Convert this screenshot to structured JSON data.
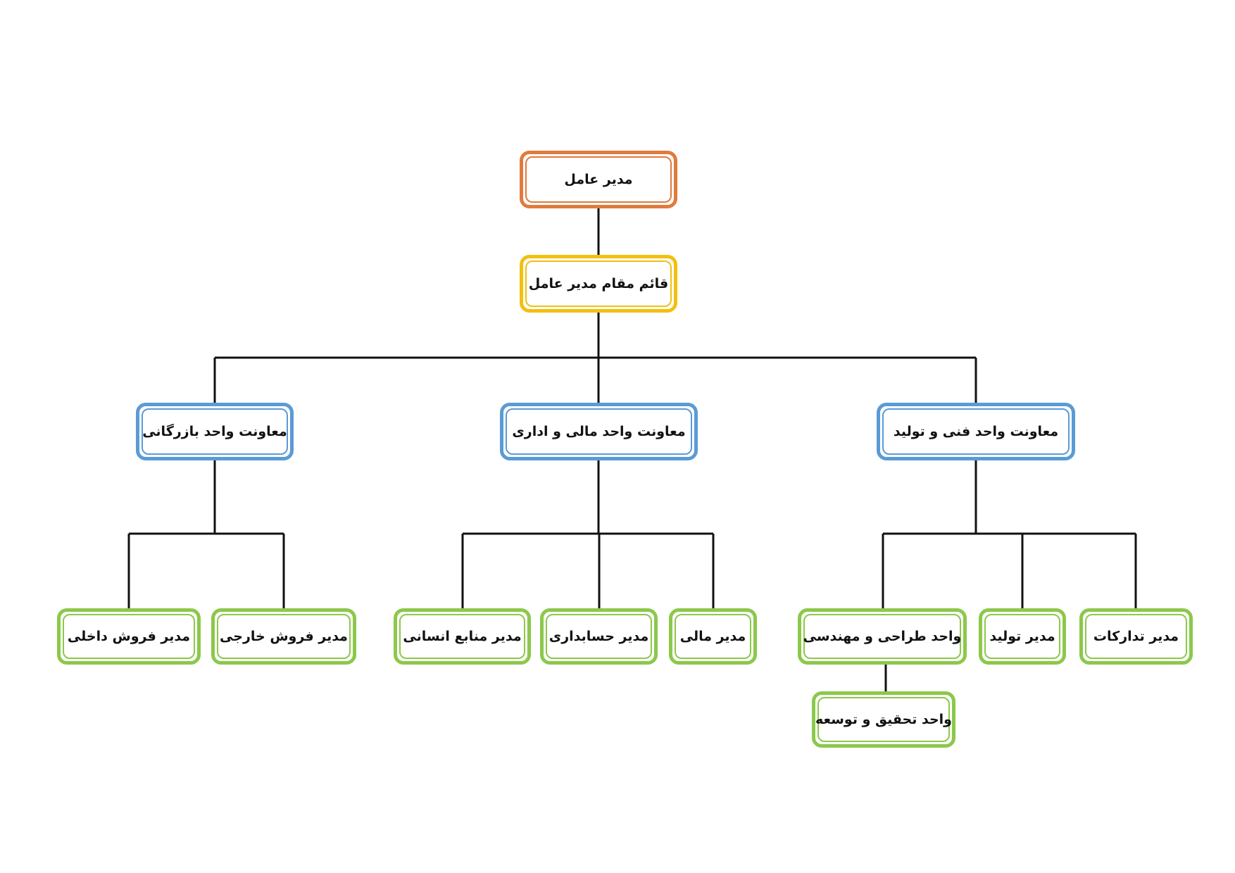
{
  "org": {
    "ceo": "مدیر عامل",
    "deputy": "قائم مقام مدیر عامل",
    "vp_commercial": "معاونت واحد بازرگانی",
    "vp_finance": "معاونت واحد مالی و اداری",
    "vp_technical": "معاونت واحد فنی و تولید",
    "mgr_domestic_sales": "مدیر فروش داخلی",
    "mgr_foreign_sales": "مدیر فروش خارجی",
    "mgr_hr": "مدیر منابع انسانی",
    "mgr_accounting": "مدیر حسابداری",
    "mgr_finance": "مدیر مالی",
    "unit_design_engineering": "واحد طراحی و مهندسی",
    "mgr_production": "مدیر تولید",
    "mgr_procurement": "مدیر تدارکات",
    "unit_rnd": "واحد تحقیق و توسعه"
  },
  "colors": {
    "ceo": "#E07B3C",
    "deputy": "#F2C011",
    "vp": "#5B9BD5",
    "manager": "#8CC84B",
    "connector": "#111111"
  }
}
